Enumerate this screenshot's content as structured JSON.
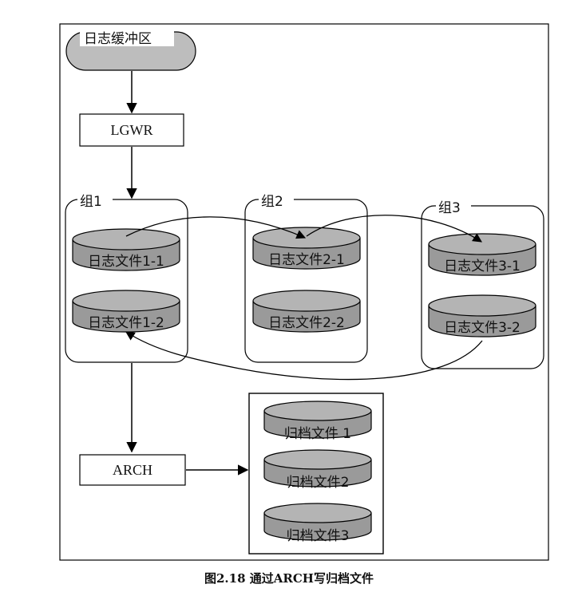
{
  "buffer_label": "日志缓冲区",
  "lgwr_label": "LGWR",
  "arch_label": "ARCH",
  "groups": [
    {
      "label": "组1",
      "files": [
        "日志文件1-1",
        "日志文件1-2"
      ]
    },
    {
      "label": "组2",
      "files": [
        "日志文件2-1",
        "日志文件2-2"
      ]
    },
    {
      "label": "组3",
      "files": [
        "日志文件3-1",
        "日志文件3-2"
      ]
    }
  ],
  "archives": [
    "归档文件 1",
    "归档文件2",
    "归档文件3"
  ],
  "caption": "图2.18   通过ARCH写归档文件",
  "colors": {
    "disk_fill": "#9a9a9a",
    "disk_top": "#b4b4b4",
    "buffer_fill": "#bdbdbd",
    "stroke": "#000000"
  }
}
